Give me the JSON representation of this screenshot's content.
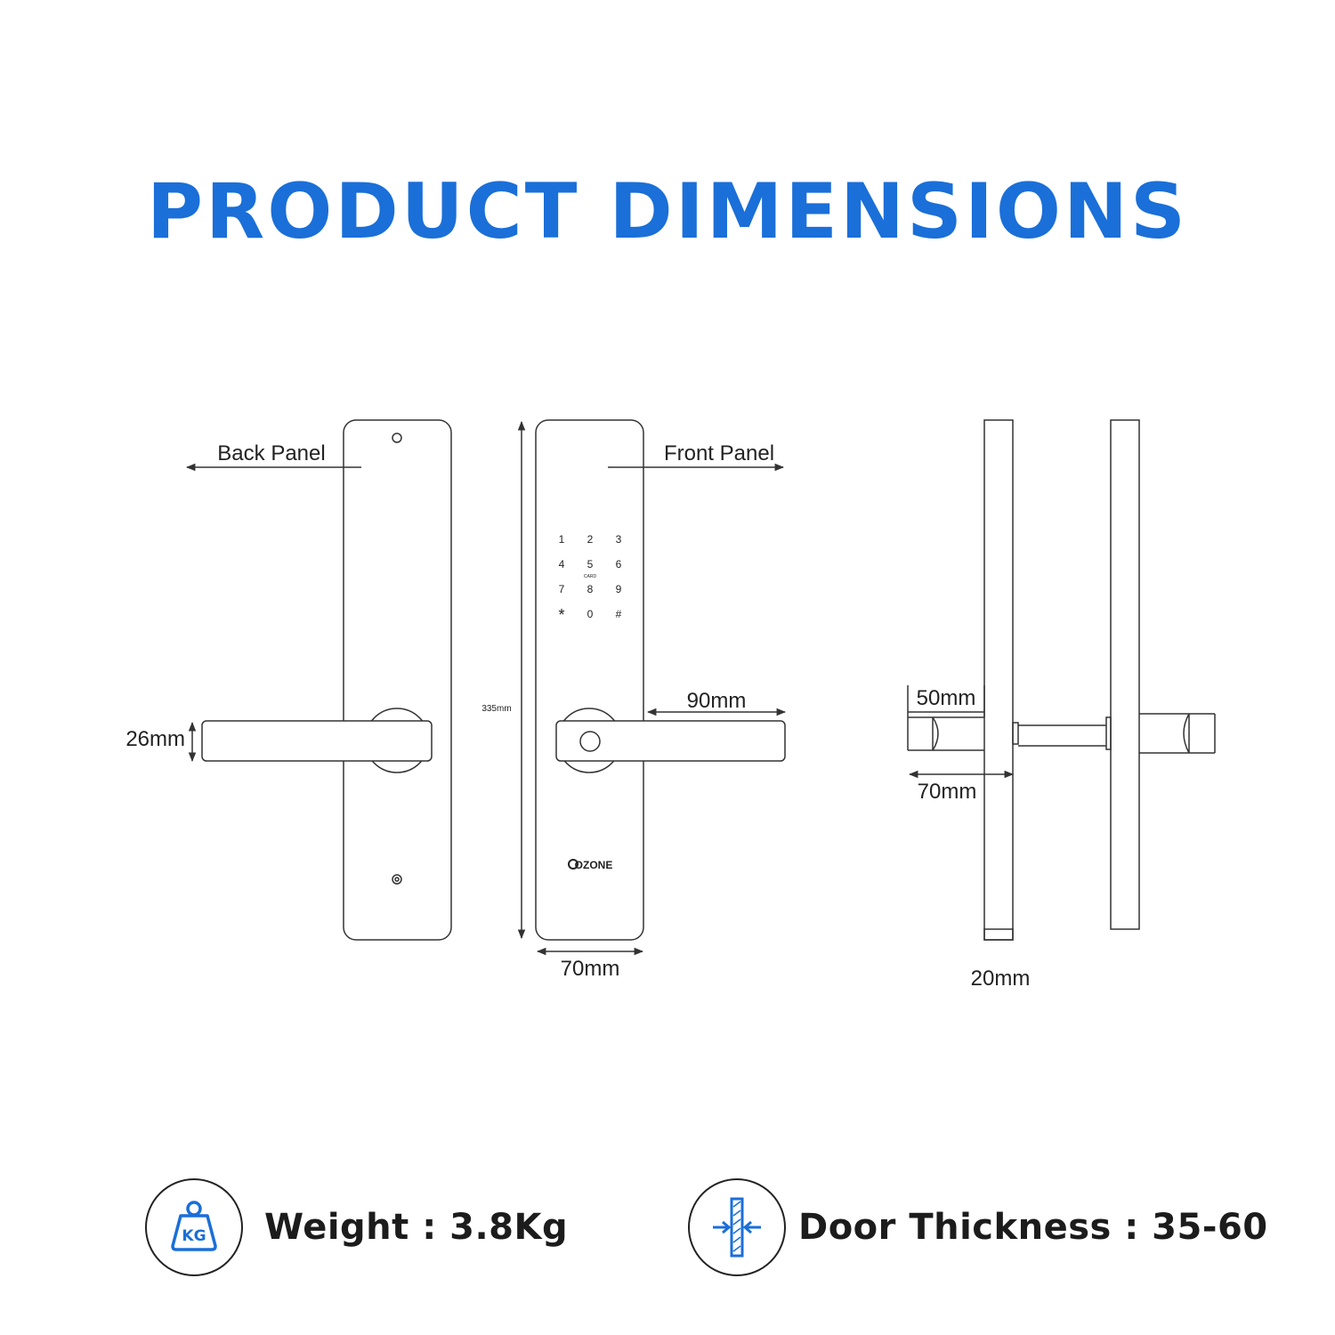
{
  "title": "PRODUCT DIMENSIONS",
  "colors": {
    "accent": "#1a6fd8",
    "line": "#333333",
    "text": "#222222"
  },
  "labels": {
    "back_panel": "Back Panel",
    "front_panel": "Front Panel",
    "handle_height": "26mm",
    "panel_height": "335mm",
    "handle_length": "90mm",
    "panel_width": "70mm",
    "handle_depth": "50mm",
    "side_handle_offset": "70mm",
    "side_thickness": "20mm",
    "card": "CARD",
    "brand": "OZONE"
  },
  "keypad": [
    "1",
    "2",
    "3",
    "4",
    "5",
    "6",
    "7",
    "8",
    "9",
    "*",
    "0",
    "#"
  ],
  "specs": {
    "weight_icon_text": "KG",
    "weight": "Weight : 3.8Kg",
    "door_thickness": "Door Thickness : 35-60"
  }
}
